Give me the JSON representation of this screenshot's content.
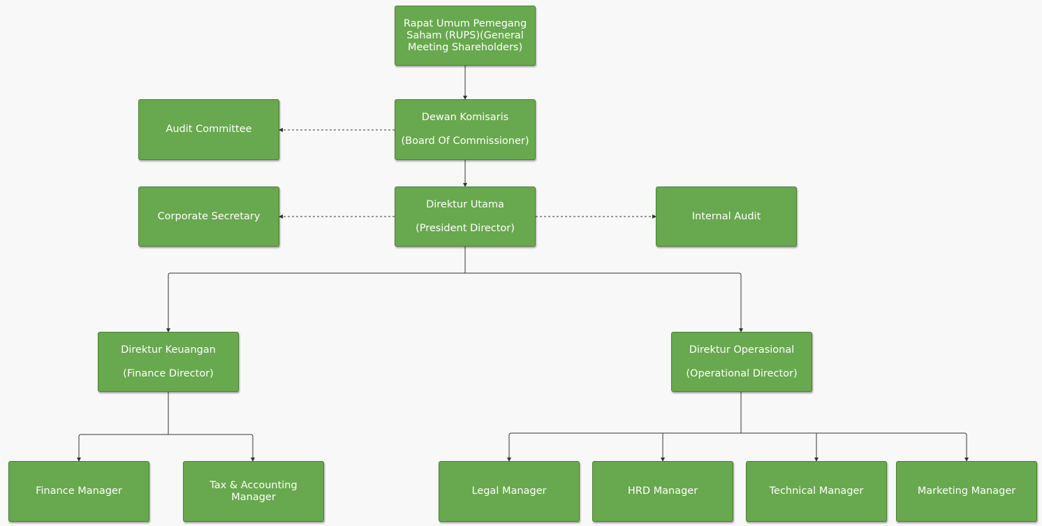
{
  "diagram": {
    "type": "org-chart",
    "colors": {
      "node_fill": "#68a84e",
      "node_border": "#4a7f35",
      "node_text": "#ffffff",
      "line": "#333333",
      "background": "#f8f8f8"
    },
    "nodes": {
      "rups": {
        "lines": [
          "Rapat Umum Pemegang",
          "Saham (RUPS)(General",
          "Meeting Shareholders)"
        ]
      },
      "commissioner": {
        "line1": "Dewan Komisaris",
        "line2": "(Board Of Commissioner)"
      },
      "audit_committee": {
        "label": "Audit Committee"
      },
      "president": {
        "line1": "Direktur Utama",
        "line2": "(President Director)"
      },
      "corporate_secretary": {
        "label": "Corporate Secretary"
      },
      "internal_audit": {
        "label": "Internal Audit"
      },
      "finance_director": {
        "line1": "Direktur Keuangan",
        "line2": "(Finance Director)"
      },
      "operational_director": {
        "line1": "Direktur Operasional",
        "line2": "(Operational Director)"
      },
      "finance_manager": {
        "label": "Finance Manager"
      },
      "tax_accounting_manager": {
        "lines": [
          "Tax & Accounting",
          "Manager"
        ]
      },
      "legal_manager": {
        "label": "Legal Manager"
      },
      "hrd_manager": {
        "label": "HRD Manager"
      },
      "technical_manager": {
        "label": "Technical Manager"
      },
      "marketing_manager": {
        "label": "Marketing Manager"
      }
    },
    "edges": [
      {
        "from": "rups",
        "to": "commissioner",
        "style": "solid"
      },
      {
        "from": "commissioner",
        "to": "audit_committee",
        "style": "dashed"
      },
      {
        "from": "commissioner",
        "to": "president",
        "style": "solid"
      },
      {
        "from": "president",
        "to": "corporate_secretary",
        "style": "dashed"
      },
      {
        "from": "president",
        "to": "internal_audit",
        "style": "dashed"
      },
      {
        "from": "president",
        "to": "finance_director",
        "style": "solid"
      },
      {
        "from": "president",
        "to": "operational_director",
        "style": "solid"
      },
      {
        "from": "finance_director",
        "to": "finance_manager",
        "style": "solid"
      },
      {
        "from": "finance_director",
        "to": "tax_accounting_manager",
        "style": "solid"
      },
      {
        "from": "operational_director",
        "to": "legal_manager",
        "style": "solid"
      },
      {
        "from": "operational_director",
        "to": "hrd_manager",
        "style": "solid"
      },
      {
        "from": "operational_director",
        "to": "technical_manager",
        "style": "solid"
      },
      {
        "from": "operational_director",
        "to": "marketing_manager",
        "style": "solid"
      }
    ]
  }
}
